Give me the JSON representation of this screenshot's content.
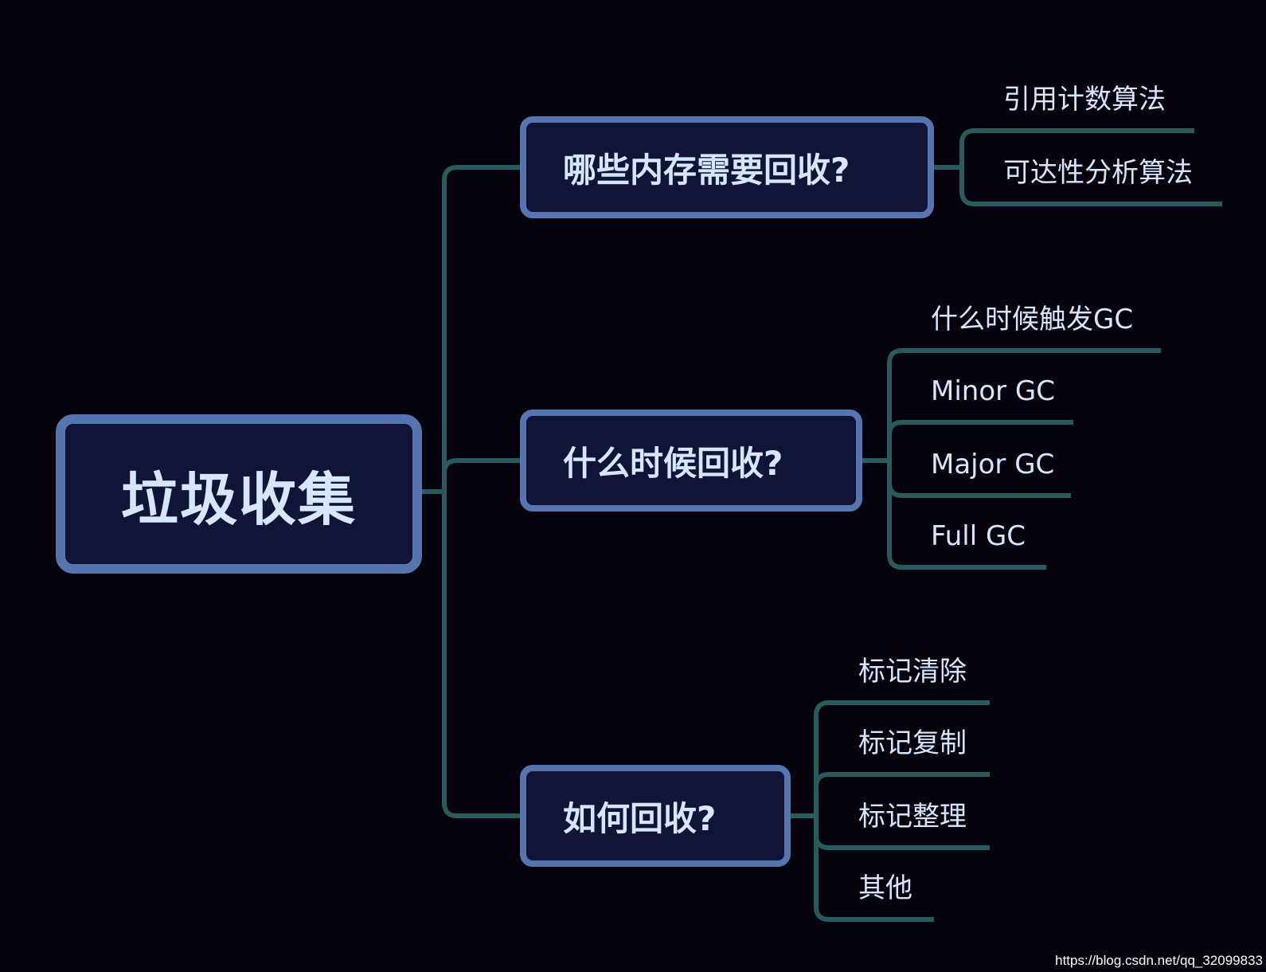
{
  "colors": {
    "background": "#07030d",
    "node_fill": "#101538",
    "node_border": "#5675b0",
    "connector": "#275c5c",
    "text": "#d6e6ff"
  },
  "root": {
    "label": "垃圾收集"
  },
  "branches": [
    {
      "label": "哪些内存需要回收?",
      "children": [
        "引用计数算法",
        "可达性分析算法"
      ]
    },
    {
      "label": "什么时候回收?",
      "children": [
        "什么时候触发GC",
        "Minor GC",
        "Major GC",
        "Full GC"
      ]
    },
    {
      "label": "如何回收?",
      "children": [
        "标记清除",
        "标记复制",
        "标记整理",
        "其他"
      ]
    }
  ],
  "watermark": "https://blog.csdn.net/qq_32099833"
}
